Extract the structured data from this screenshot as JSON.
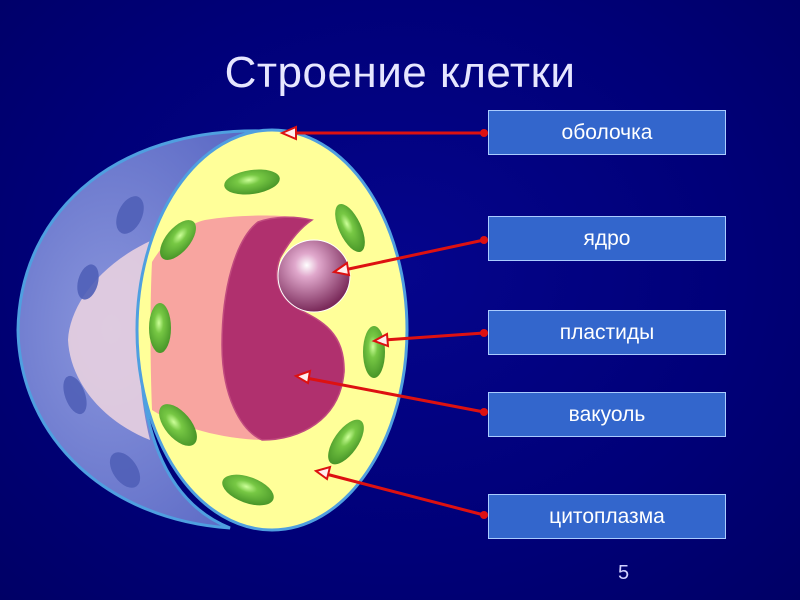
{
  "title": "Строение клетки",
  "labels": [
    {
      "id": "membrane",
      "text": "оболочка"
    },
    {
      "id": "nucleus",
      "text": "ядро"
    },
    {
      "id": "plastids",
      "text": "пластиды"
    },
    {
      "id": "vacuole",
      "text": "вакуоль"
    },
    {
      "id": "cytoplasm",
      "text": "цитоплазма"
    }
  ],
  "page_number": "5",
  "colors": {
    "background": "#000078",
    "label_box": "#3366cc",
    "arrow": "#dd1111",
    "cytoplasm": "#ffff99",
    "plastid": "#66bb33",
    "vacuole": "#b0306e",
    "nucleus": "#994477",
    "outer_shell": "#6677cc"
  }
}
